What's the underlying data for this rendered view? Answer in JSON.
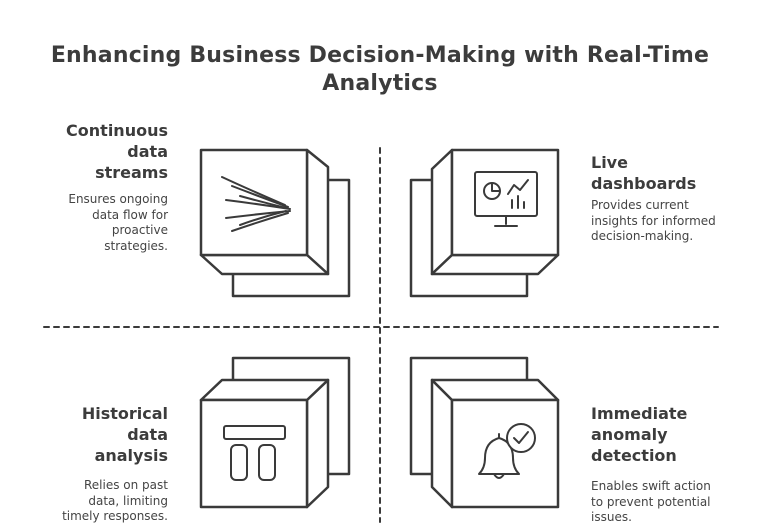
{
  "title": "Enhancing Business Decision-Making with Real-Time Analytics",
  "quadrants": [
    {
      "heading": "Continuous data streams",
      "description": "Ensures ongoing data flow for proactive strategies.",
      "icon": "data-stream-icon"
    },
    {
      "heading": "Live dashboards",
      "description": "Provides current insights for informed decision-making.",
      "icon": "monitor-chart-icon"
    },
    {
      "heading": "Historical data analysis",
      "description": "Relies on past data, limiting timely responses.",
      "icon": "archive-drawer-icon"
    },
    {
      "heading": "Immediate anomaly detection",
      "description": "Enables swift action to prevent potential issues.",
      "icon": "bell-check-icon"
    }
  ],
  "colors": {
    "stroke": "#3a3a3a",
    "background": "#ffffff"
  }
}
